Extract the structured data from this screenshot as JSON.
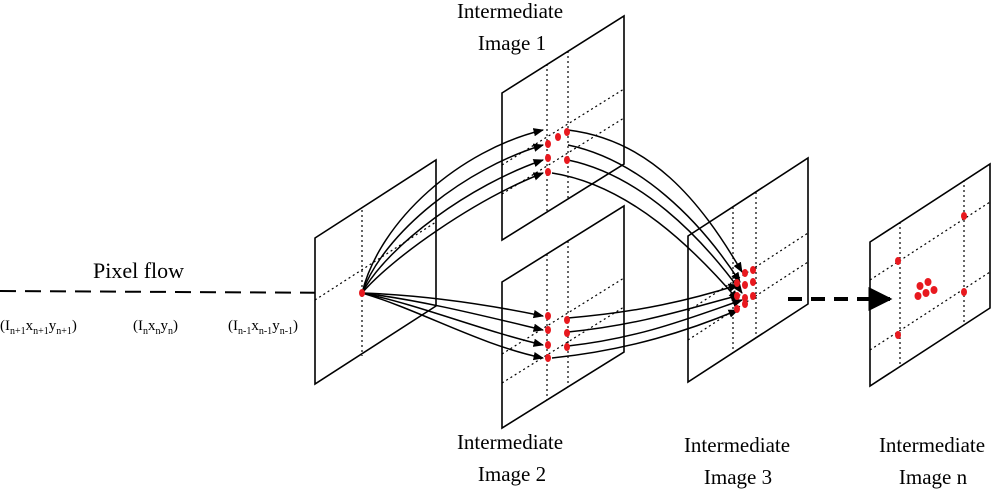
{
  "diagram": {
    "input_label": "Pixel flow",
    "coordinates": [
      {
        "open": "(I",
        "a": "n+1",
        "x": "x",
        "b": "n+1",
        "y": "y",
        "c": "n+1",
        "close": ")"
      },
      {
        "open": "(I",
        "a": "n",
        "x": "x",
        "b": "n",
        "y": "y",
        "c": "n",
        "close": ")"
      },
      {
        "open": "(I",
        "a": "n-1",
        "x": "x",
        "b": "n-1",
        "y": "y",
        "c": "n-1",
        "close": ")"
      }
    ],
    "panels": [
      {
        "line1": "Intermediate",
        "line2": "Image 1"
      },
      {
        "line1": "Intermediate",
        "line2": "Image 2"
      },
      {
        "line1": "Intermediate",
        "line2": "Image 3"
      },
      {
        "line1": "Intermediate",
        "line2": "Image n"
      }
    ],
    "colors": {
      "point": "#e8191f",
      "line": "#000000",
      "background": "#ffffff"
    }
  }
}
